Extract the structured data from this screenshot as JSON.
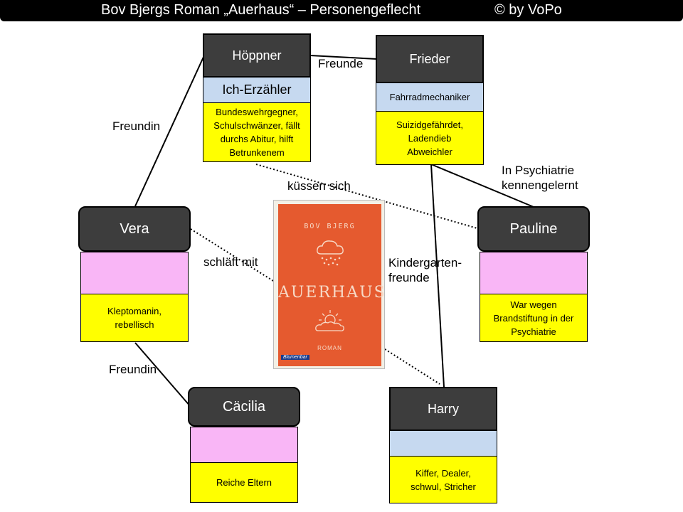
{
  "title": {
    "text": "Bov Bjergs Roman „Auerhaus“ – Personengeflecht",
    "copyright": "©    by VoPo"
  },
  "people": {
    "hoeppner": {
      "name": "Höppner",
      "role": "Ich-Erzähler",
      "desc": "Bundeswehrgegner, Schulschwänzer, fällt durchs Abitur, hilft Betrunkenem"
    },
    "frieder": {
      "name": "Frieder",
      "role": "Fahrradmechaniker",
      "desc": "Suizidgefährdet, Ladendieb Abweichler"
    },
    "vera": {
      "name": "Vera",
      "role": "",
      "desc": "Kleptomanin, rebellisch"
    },
    "pauline": {
      "name": "Pauline",
      "role": "",
      "desc": "War wegen Brandstiftung in der Psychiatrie"
    },
    "caecilia": {
      "name": "Cäcilia",
      "role": "",
      "desc": "Reiche Eltern"
    },
    "harry": {
      "name": "Harry",
      "role": "",
      "desc": "Kiffer, Dealer, schwul, Stricher"
    }
  },
  "relations": {
    "freunde": "Freunde",
    "freundin_top": "Freundin",
    "freundin_bottom": "Freundin",
    "kuessen": "küssen sich",
    "schlaeft": "schläft mit",
    "psychiatrie_1": "In Psychiatrie",
    "psychiatrie_2": "kennengelernt",
    "kindergarten_1": "Kindergarten-",
    "kindergarten_2": "freunde"
  },
  "book": {
    "author": "BOV BJERG",
    "title": "AUERHAUS",
    "subtitle": "ROMAN",
    "publisher": "Blumenbar"
  },
  "colors": {
    "header": "#3d3d3d",
    "role": "#c6d9f0",
    "female_role": "#f9b6f6",
    "description": "#ffff00",
    "book": "#e55a2f"
  }
}
